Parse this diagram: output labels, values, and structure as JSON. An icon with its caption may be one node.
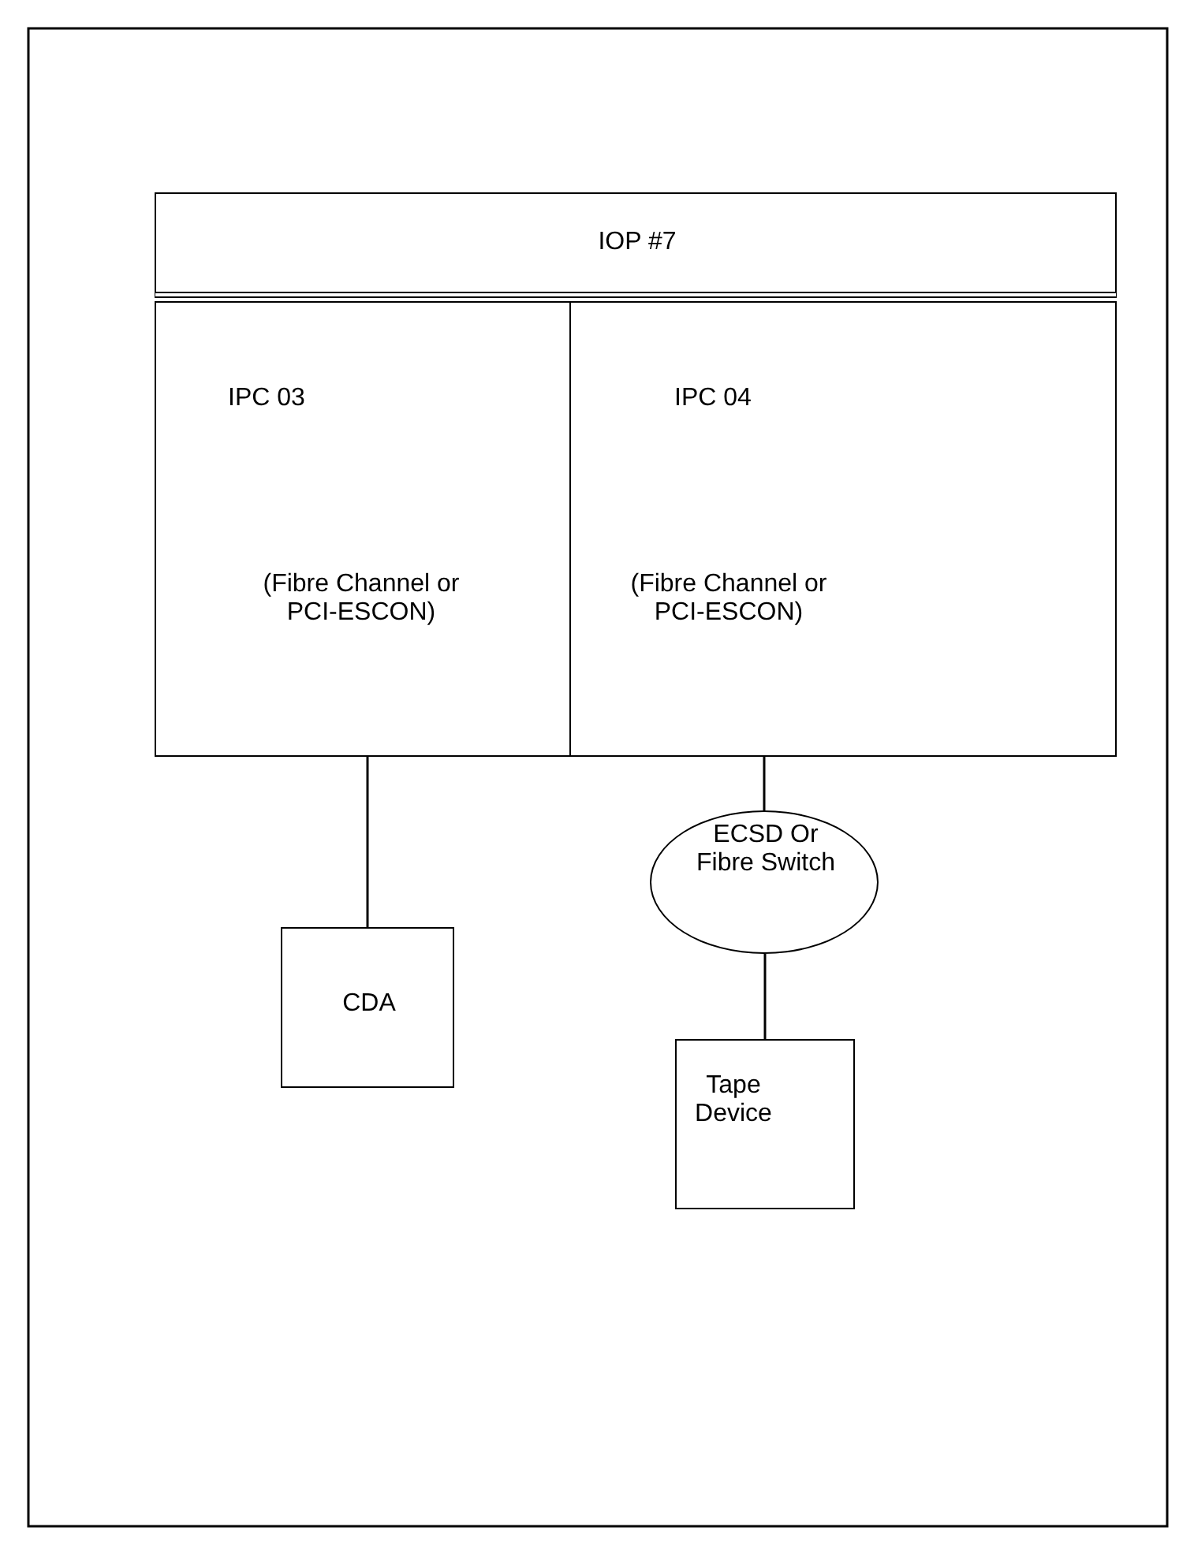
{
  "diagram": {
    "nodes": [
      {
        "text": [
          "IOP #7"
        ]
      },
      {
        "text": [
          "IPC 03",
          "(Fibre Channel or PCI-ESCON)"
        ]
      },
      {
        "text": [
          "IPC 04",
          "(Fibre Channel or PCI-ESCON)"
        ]
      },
      {
        "text": [
          "CDA"
        ]
      },
      {
        "text": [
          "ECSD Or Fibre Switch"
        ]
      },
      {
        "text": [
          "Tape Device"
        ]
      }
    ],
    "edges": [
      {
        "from": 1,
        "to": 3,
        "arrow": "none"
      },
      {
        "from": 2,
        "to": 4,
        "arrow": "none"
      },
      {
        "from": 4,
        "to": 5,
        "arrow": "none"
      }
    ]
  }
}
